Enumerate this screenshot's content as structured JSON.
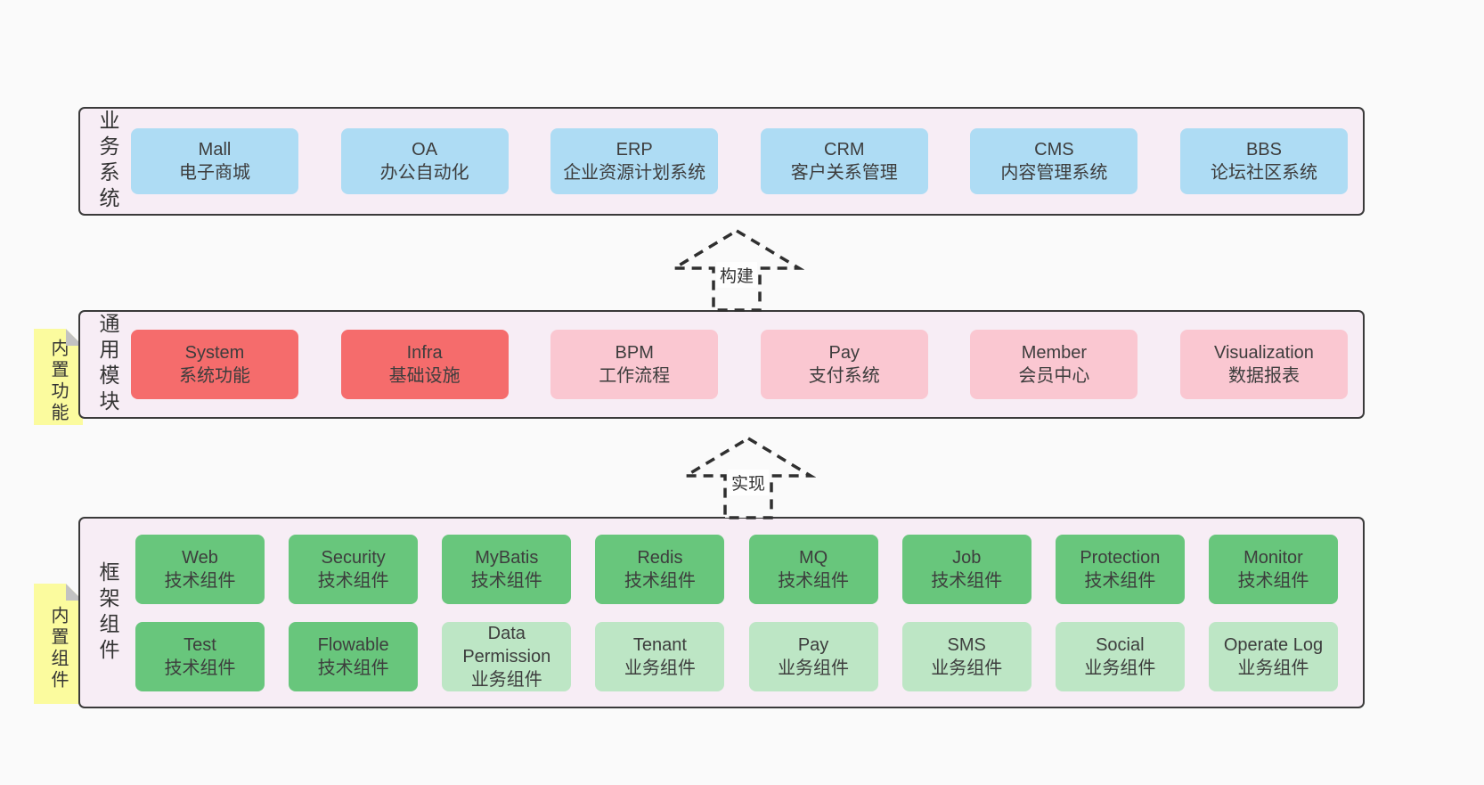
{
  "diagram": {
    "layers": [
      {
        "side_label": "业务系统",
        "rows": [
          [
            {
              "title": "Mall",
              "subtitle": "电子商城",
              "variant": "blue"
            },
            {
              "title": "OA",
              "subtitle": "办公自动化",
              "variant": "blue"
            },
            {
              "title": "ERP",
              "subtitle": "企业资源计划系统",
              "variant": "blue"
            },
            {
              "title": "CRM",
              "subtitle": "客户关系管理",
              "variant": "blue"
            },
            {
              "title": "CMS",
              "subtitle": "内容管理系统",
              "variant": "blue"
            },
            {
              "title": "BBS",
              "subtitle": "论坛社区系统",
              "variant": "blue"
            }
          ]
        ]
      },
      {
        "side_label": "通用模块",
        "sticky_note": "内置功能",
        "rows": [
          [
            {
              "title": "System",
              "subtitle": "系统功能",
              "variant": "red"
            },
            {
              "title": "Infra",
              "subtitle": "基础设施",
              "variant": "red"
            },
            {
              "title": "BPM",
              "subtitle": "工作流程",
              "variant": "pink"
            },
            {
              "title": "Pay",
              "subtitle": "支付系统",
              "variant": "pink"
            },
            {
              "title": "Member",
              "subtitle": "会员中心",
              "variant": "pink"
            },
            {
              "title": "Visualization",
              "subtitle": "数据报表",
              "variant": "pink"
            }
          ]
        ]
      },
      {
        "side_label": "框架组件",
        "sticky_note": "内置组件",
        "rows": [
          [
            {
              "title": "Web",
              "subtitle": "技术组件",
              "variant": "green"
            },
            {
              "title": "Security",
              "subtitle": "技术组件",
              "variant": "green"
            },
            {
              "title": "MyBatis",
              "subtitle": "技术组件",
              "variant": "green"
            },
            {
              "title": "Redis",
              "subtitle": "技术组件",
              "variant": "green"
            },
            {
              "title": "MQ",
              "subtitle": "技术组件",
              "variant": "green"
            },
            {
              "title": "Job",
              "subtitle": "技术组件",
              "variant": "green"
            },
            {
              "title": "Protection",
              "subtitle": "技术组件",
              "variant": "green"
            },
            {
              "title": "Monitor",
              "subtitle": "技术组件",
              "variant": "green"
            }
          ],
          [
            {
              "title": "Test",
              "subtitle": "技术组件",
              "variant": "green"
            },
            {
              "title": "Flowable",
              "subtitle": "技术组件",
              "variant": "green"
            },
            {
              "title": "Data Permission",
              "subtitle": "业务组件",
              "variant": "green-light"
            },
            {
              "title": "Tenant",
              "subtitle": "业务组件",
              "variant": "green-light"
            },
            {
              "title": "Pay",
              "subtitle": "业务组件",
              "variant": "green-light"
            },
            {
              "title": "SMS",
              "subtitle": "业务组件",
              "variant": "green-light"
            },
            {
              "title": "Social",
              "subtitle": "业务组件",
              "variant": "green-light"
            },
            {
              "title": "Operate Log",
              "subtitle": "业务组件",
              "variant": "green-light"
            }
          ]
        ]
      }
    ],
    "arrows": [
      {
        "label": "构建"
      },
      {
        "label": "实现"
      }
    ]
  },
  "colors": {
    "bg": "#FAFAFA",
    "panel": "#F7EDF5",
    "border": "#3A3A3A",
    "text": "#3D3D3D",
    "blue": "#AEDCF4",
    "red": "#F56C6C",
    "pink": "#FAC7D1",
    "green": "#68C67C",
    "green_light": "#BDE6C5",
    "note_yellow": "#FBFB9E",
    "note_fold": "#C2C2C2",
    "arrow": "#2F2F2F"
  }
}
